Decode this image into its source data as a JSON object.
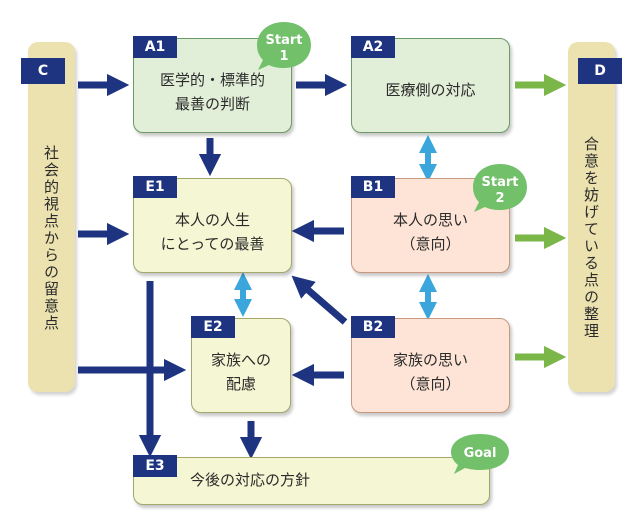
{
  "colors": {
    "navy": "#1f3480",
    "green_arrow": "#7ab648",
    "sky_arrow": "#3aa6dc",
    "bubble": "#73c06b",
    "box_green": "#e1eed8",
    "box_yellow": "#f5f6d3",
    "box_pink": "#fde4d6",
    "side_bar": "#ebe2b0"
  },
  "side_c": {
    "label": "C",
    "text": "社会的視点からの留意点"
  },
  "side_d": {
    "label": "D",
    "text": "合意を妨げている点の整理"
  },
  "a1": {
    "label": "A1",
    "text": "医学的・標準的\n最善の判断"
  },
  "a2": {
    "label": "A2",
    "text": "医療側の対応"
  },
  "b1": {
    "label": "B1",
    "text": "本人の思い\n（意向）"
  },
  "b2": {
    "label": "B2",
    "text": "家族の思い\n（意向）"
  },
  "e1": {
    "label": "E1",
    "text": "本人の人生\nにとっての最善"
  },
  "e2": {
    "label": "E2",
    "text": "家族への\n配慮"
  },
  "e3": {
    "label": "E3",
    "text": "今後の対応の方針"
  },
  "bubbles": {
    "start1": {
      "line1": "Start",
      "line2": "1"
    },
    "start2": {
      "line1": "Start",
      "line2": "2"
    },
    "goal": {
      "line1": "Goal"
    }
  }
}
